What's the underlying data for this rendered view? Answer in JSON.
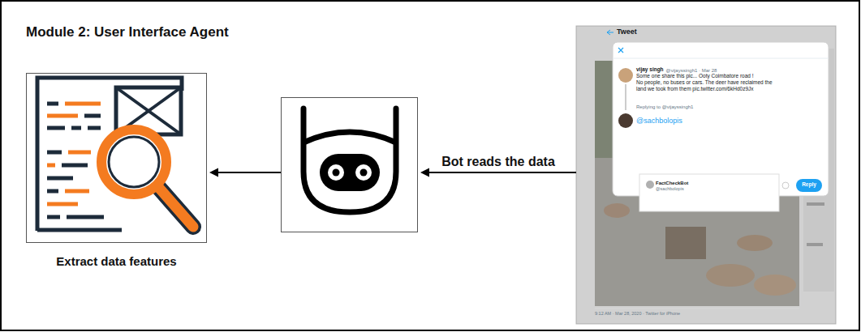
{
  "diagram": {
    "title": "Module 2: User Interface Agent",
    "nodes": [
      {
        "text": [
          "Extract data features"
        ]
      },
      {
        "text": []
      },
      {
        "text": [
          "Tweet",
          "vijay singh",
          "@vijayssingh1 · Mar 28",
          "Some one share this pic... Ooty Coimbatore road !",
          "No people, no buses or cars. The deer have reclaimed the land we took from them pic.twitter.com/6kHd0z9Jx",
          "Replying to @vijayssingh1",
          "@sachbolopis",
          "FactCheckBot",
          "@sachbolopis",
          "Reply",
          "9:12 AM · Mar 28, 2020 · Twitter for iPhone"
        ]
      }
    ],
    "edges": [
      {
        "from": 2,
        "to": 1,
        "arrow": "to",
        "label": "Bot reads the data"
      },
      {
        "from": 1,
        "to": 0,
        "arrow": "to"
      }
    ]
  }
}
